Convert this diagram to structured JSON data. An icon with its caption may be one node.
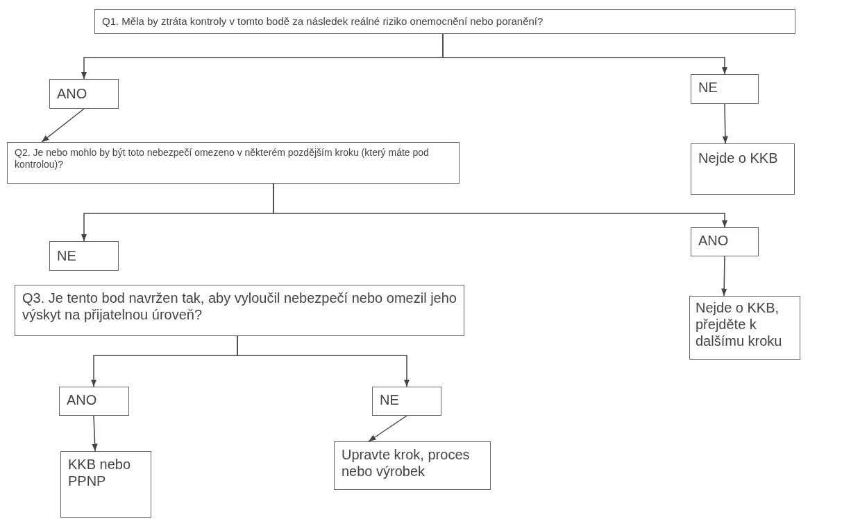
{
  "diagram": {
    "nodes": [
      {
        "text": [
          "Q1. Měla by ztráta kontroly v tomto bodě za následek reálné riziko onemocnění nebo poranění?"
        ]
      },
      {
        "text": [
          "ANO"
        ]
      },
      {
        "text": [
          "NE"
        ]
      },
      {
        "text": [
          "Q2. Je nebo mohlo by být toto nebezpečí omezeno v některém pozdějším kroku (který máte pod kontrolou)?"
        ]
      },
      {
        "text": [
          "Nejde o KKB"
        ]
      },
      {
        "text": [
          "NE"
        ]
      },
      {
        "text": [
          "ANO"
        ]
      },
      {
        "text": [
          "Nejde o KKB, přejděte k dalšímu kroku"
        ]
      },
      {
        "text": [
          "Q3. Je tento bod navržen tak, aby vyloučil nebezpečí nebo omezil jeho výskyt na přijatelnou úroveň?"
        ]
      },
      {
        "text": [
          "ANO"
        ]
      },
      {
        "text": [
          "NE"
        ]
      },
      {
        "text": [
          "KKB nebo PPNP"
        ]
      },
      {
        "text": [
          "Upravte krok, proces nebo výrobek"
        ]
      }
    ],
    "edges": [
      {
        "from": 0,
        "to": 1,
        "arrow": "to"
      },
      {
        "from": 0,
        "to": 2,
        "arrow": "to"
      },
      {
        "from": 1,
        "to": 3,
        "arrow": "to"
      },
      {
        "from": 2,
        "to": 4,
        "arrow": "to"
      },
      {
        "from": 3,
        "to": 5,
        "arrow": "to"
      },
      {
        "from": 3,
        "to": 6,
        "arrow": "to"
      },
      {
        "from": 6,
        "to": 7,
        "arrow": "to"
      },
      {
        "from": 8,
        "to": 9,
        "arrow": "to"
      },
      {
        "from": 8,
        "to": 10,
        "arrow": "to"
      },
      {
        "from": 9,
        "to": 11,
        "arrow": "to"
      },
      {
        "from": 10,
        "to": 12,
        "arrow": "to"
      }
    ]
  }
}
